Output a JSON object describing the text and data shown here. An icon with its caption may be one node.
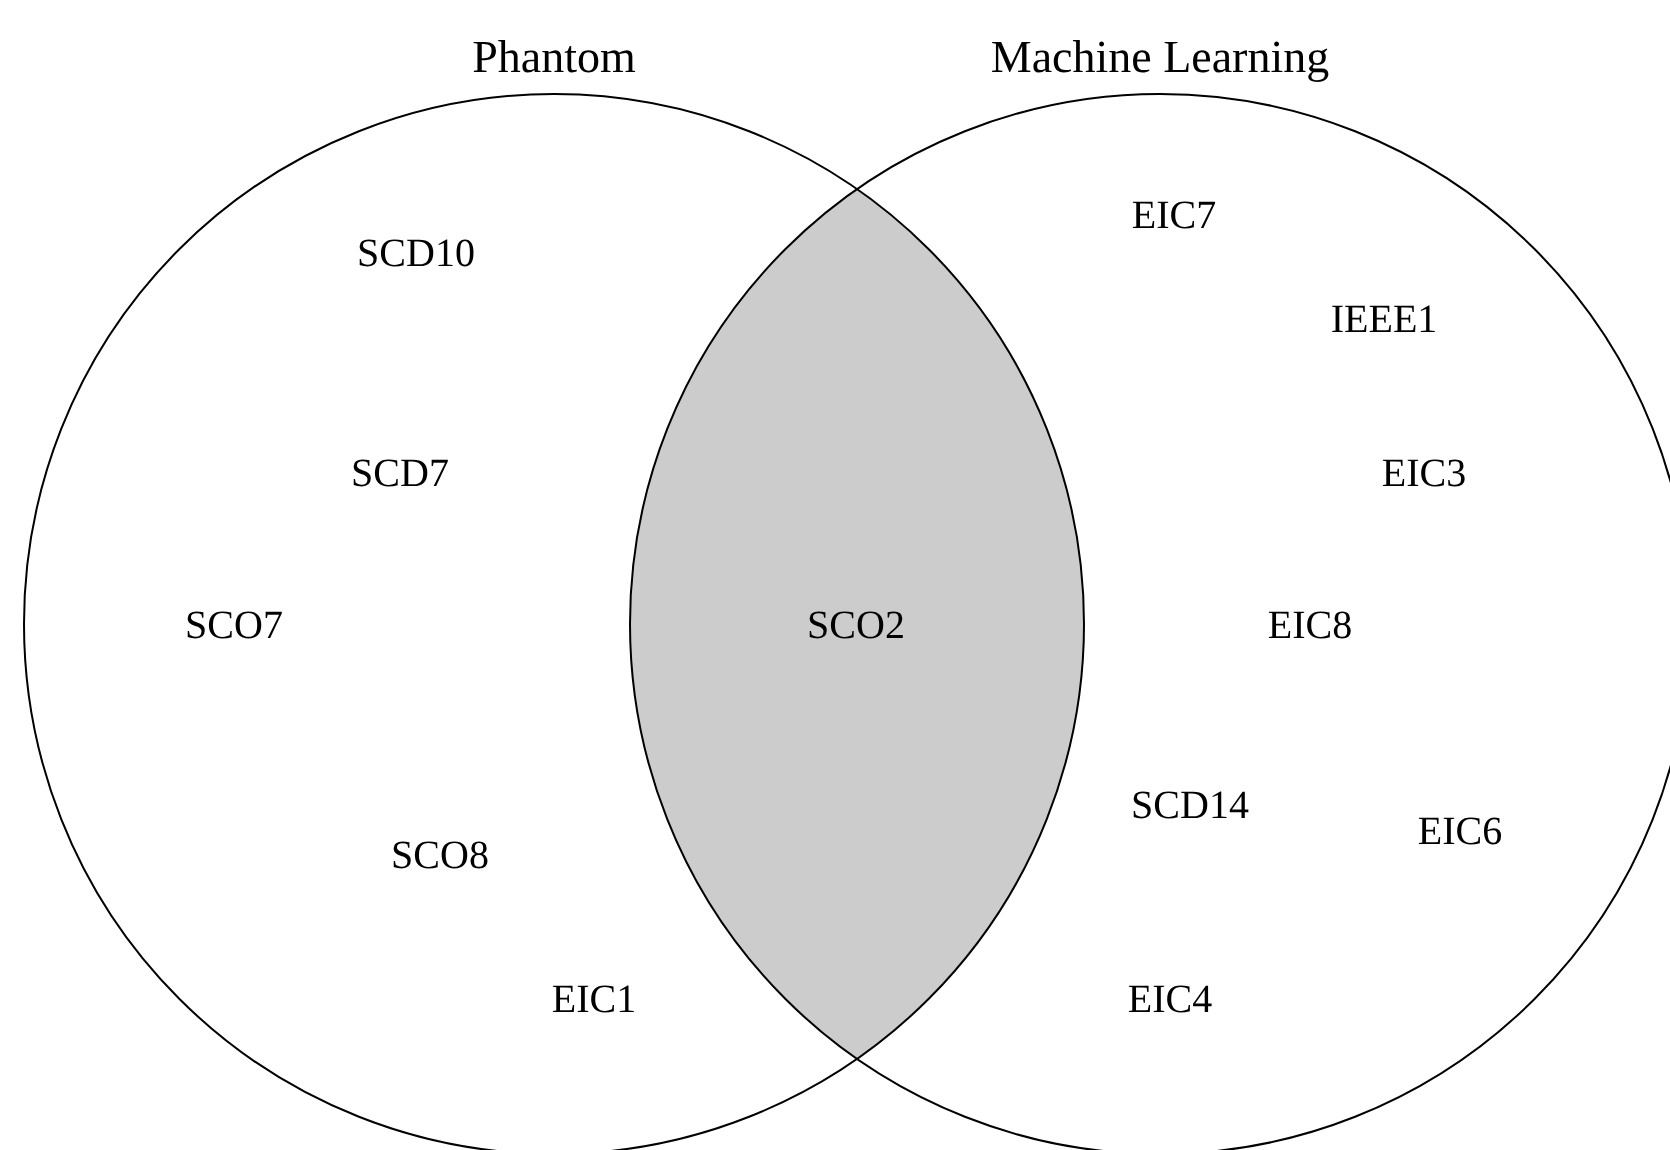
{
  "diagram": {
    "nodes": [
      {
        "text": [
          "Phantom"
        ]
      },
      {
        "text": [
          "Machine Learning"
        ]
      }
    ],
    "labels": [
      "EIC7",
      "SCD10",
      "IEEE1",
      "SCD7",
      "EIC3",
      "SCO7",
      "SCO2",
      "EIC8",
      "SCD14",
      "EIC6",
      "SCO8",
      "EIC1",
      "EIC4"
    ]
  }
}
